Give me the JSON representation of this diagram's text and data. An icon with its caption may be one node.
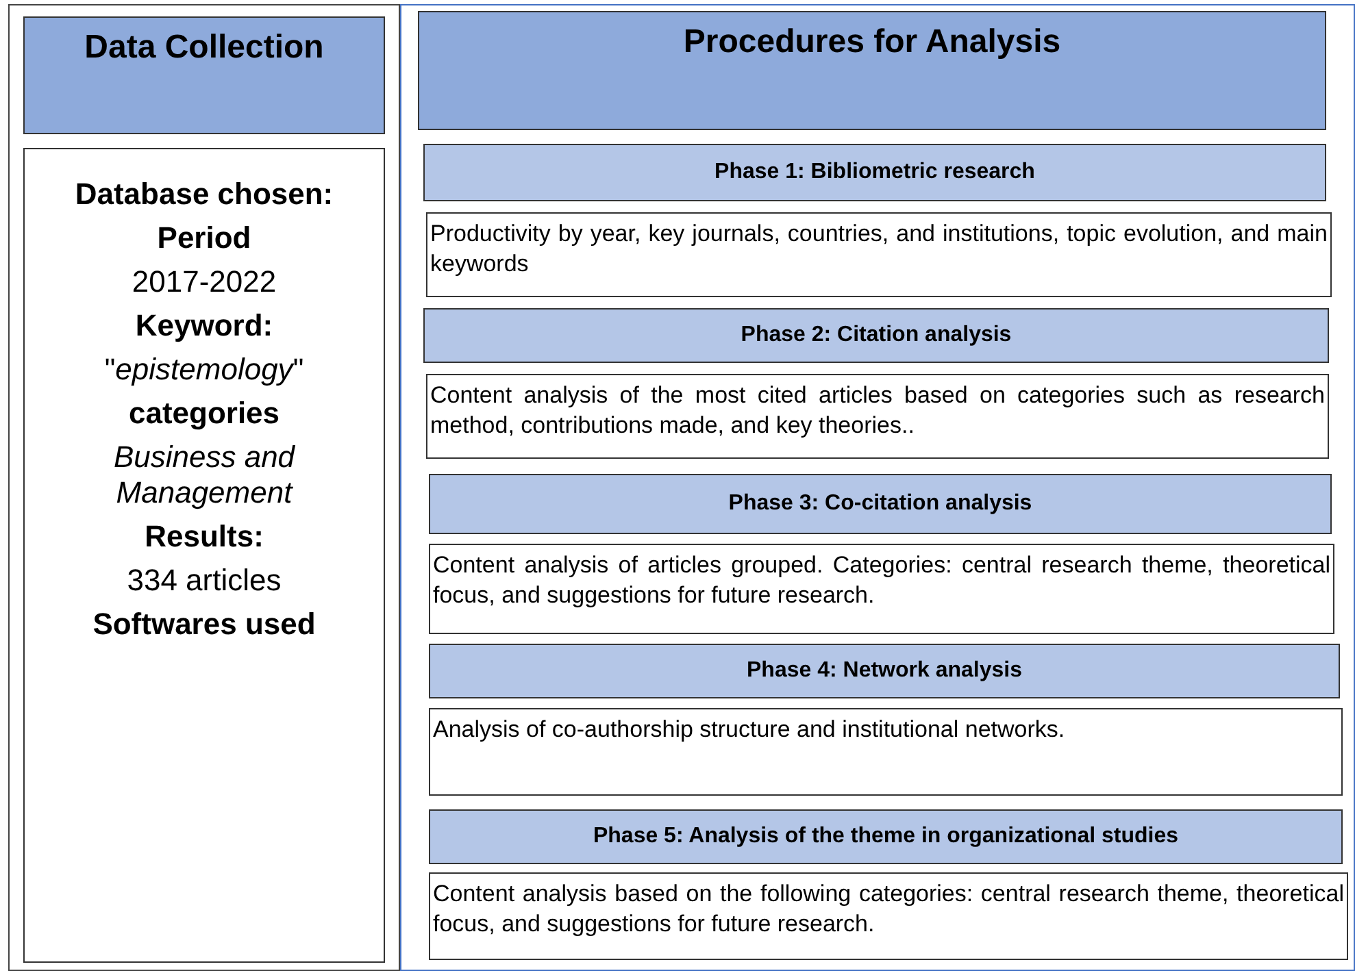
{
  "diagram": {
    "nodes": [
      {
        "text": [
          "Data Collection"
        ]
      },
      {
        "text": [
          "Database chosen:",
          "Period",
          "2017-2022",
          "Keyword:",
          "\"*epistemology*\"",
          "categories",
          "Business and Management",
          "Results:",
          "334 articles",
          "Softwares used"
        ]
      },
      {
        "text": [
          "Procedures for Analysis"
        ]
      },
      {
        "text": [
          "Phase 1: Bibliometric research"
        ]
      },
      {
        "text": [
          "Productivity by year, key journals, countries, and institutions, topic evolution, and main keywords"
        ]
      },
      {
        "text": [
          "Phase 2: Citation analysis"
        ]
      },
      {
        "text": [
          "Content analysis of the most cited articles based on categories such as research method, contributions made, and key theories.."
        ]
      },
      {
        "text": [
          "Phase 3: Co-citation analysis"
        ]
      },
      {
        "text": [
          "Content analysis of articles grouped. Categories: central research theme, theoretical focus, and suggestions for future research."
        ]
      },
      {
        "text": [
          "Phase 4: Network analysis"
        ]
      },
      {
        "text": [
          "Analysis of co-authorship structure and institutional networks."
        ]
      },
      {
        "text": [
          "Phase 5: Analysis of the theme in organizational studies"
        ]
      },
      {
        "text": [
          "Content analysis based on the following categories: central research theme, theoretical focus, and suggestions for future research."
        ]
      }
    ]
  }
}
